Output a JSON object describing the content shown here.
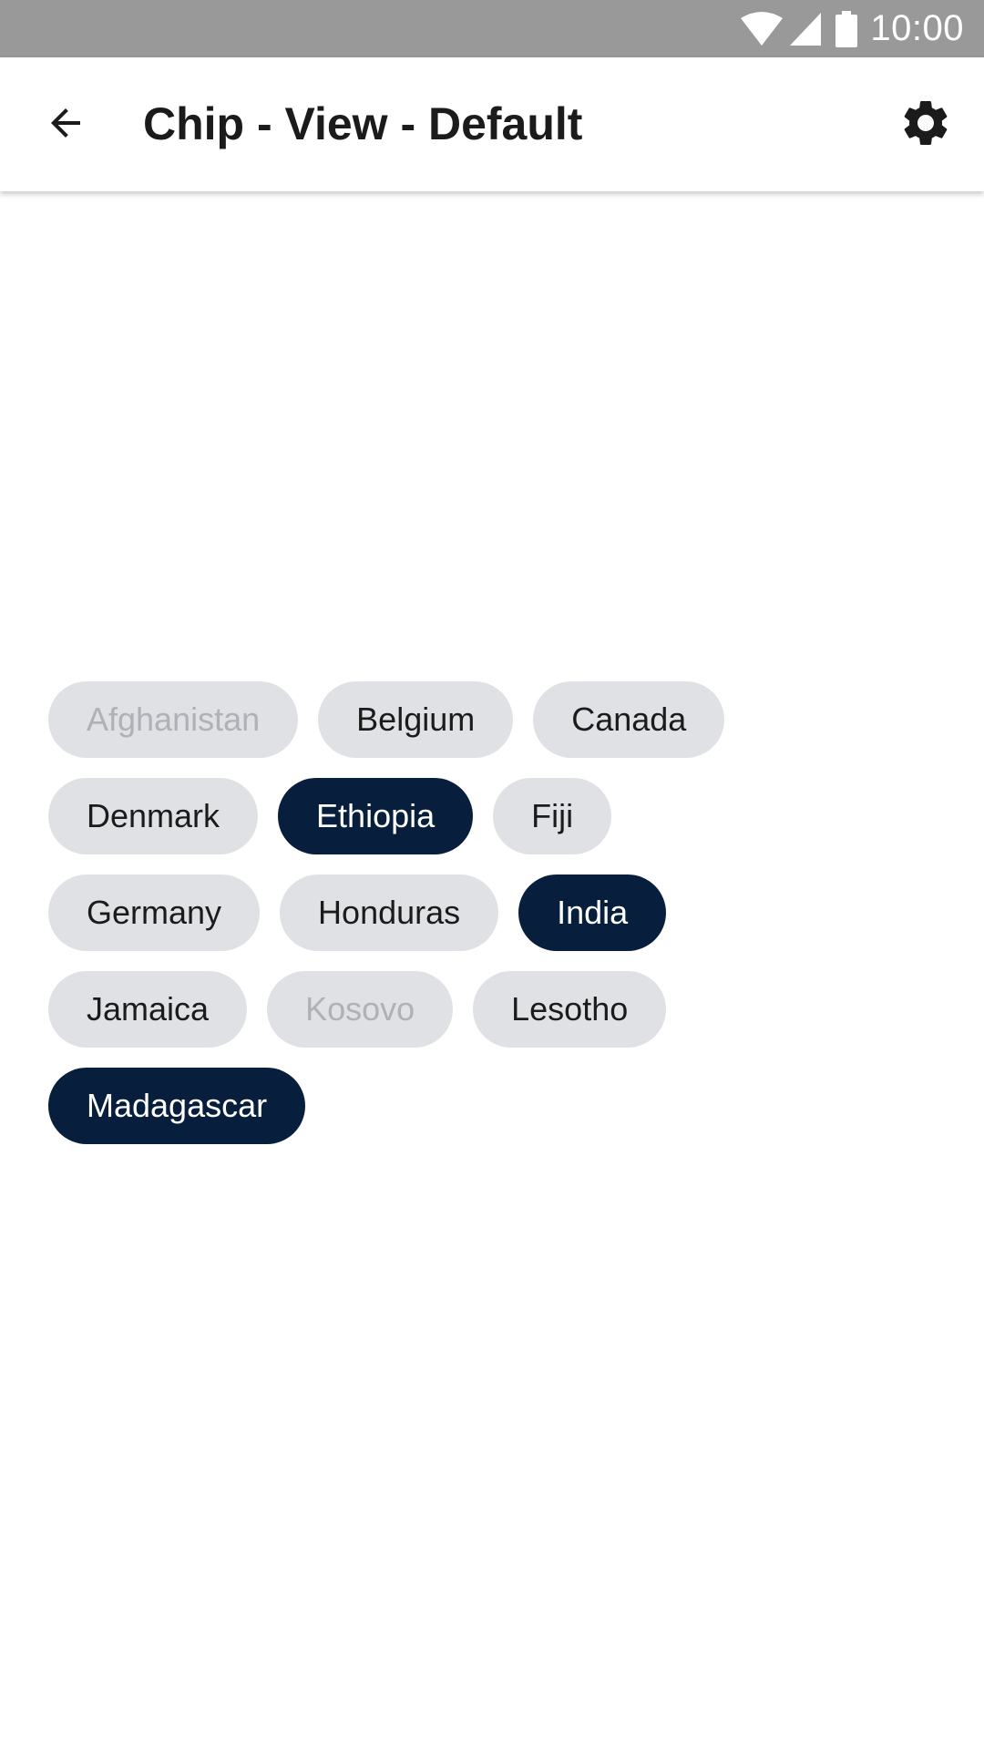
{
  "status_bar": {
    "time": "10:00",
    "icons": [
      "wifi-icon",
      "cellular-signal-icon",
      "battery-icon"
    ]
  },
  "app_bar": {
    "title": "Chip - View - Default",
    "back_icon": "arrow-back-icon",
    "settings_icon": "gear-icon"
  },
  "colors": {
    "status_bar": "#999999",
    "chip_default": "#dfe1e4",
    "chip_selected": "#071f3c",
    "chip_disabled_text": "#aeb1b6",
    "title_text": "#1b1b1b"
  },
  "chips": [
    {
      "label": "Afghanistan",
      "state": "disabled"
    },
    {
      "label": "Belgium",
      "state": "default"
    },
    {
      "label": "Canada",
      "state": "default"
    },
    {
      "label": "Denmark",
      "state": "default"
    },
    {
      "label": "Ethiopia",
      "state": "selected"
    },
    {
      "label": "Fiji",
      "state": "default"
    },
    {
      "label": "Germany",
      "state": "default"
    },
    {
      "label": "Honduras",
      "state": "default"
    },
    {
      "label": "India",
      "state": "selected"
    },
    {
      "label": "Jamaica",
      "state": "default"
    },
    {
      "label": "Kosovo",
      "state": "disabled"
    },
    {
      "label": "Lesotho",
      "state": "default"
    },
    {
      "label": "Madagascar",
      "state": "selected"
    }
  ]
}
